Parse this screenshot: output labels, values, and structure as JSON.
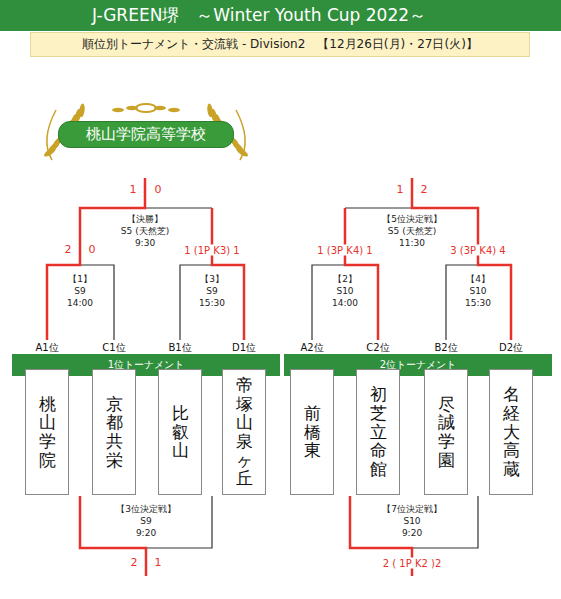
{
  "diagram": {
    "title": "J-GREEN堺　～Winter Youth Cup 2022～",
    "nodes": [
      {
        "text": [
          "J-GREEN堺　～Winter Youth Cup 2022～"
        ]
      },
      {
        "text": [
          "順位別トーナメント・交流戦 - Division2　【12月26日(月)・27日(火)】"
        ]
      },
      {
        "text": [
          "桃山学院高等学校"
        ]
      },
      {
        "text": [
          "1位トーナメント"
        ]
      },
      {
        "text": [
          "2位トーナメント"
        ]
      },
      {
        "text": [
          "桃山学院"
        ]
      },
      {
        "text": [
          "京都共栄"
        ]
      },
      {
        "text": [
          "比叡山"
        ]
      },
      {
        "text": [
          "帝塚山泉ヶ丘"
        ]
      },
      {
        "text": [
          "前橋東"
        ]
      },
      {
        "text": [
          "初芝立命館"
        ]
      },
      {
        "text": [
          "尽誠学園"
        ]
      },
      {
        "text": [
          "名経大高蔵"
        ]
      }
    ],
    "labels": [
      "A1位",
      "C1位",
      "B1位",
      "D1位",
      "A2位",
      "C2位",
      "B2位",
      "D2位",
      "【決勝】",
      "S5 (天然芝)",
      "9:30",
      "【1】",
      "S9",
      "14:00",
      "【3】",
      "S9",
      "15:30",
      "【5位決定戦】",
      "S5 (天然芝)",
      "11:30",
      "【2】",
      "S10",
      "14:00",
      "【4】",
      "S10",
      "15:30",
      "【3位決定戦】",
      "S9",
      "9:20",
      "【7位決定戦】",
      "S10",
      "9:20",
      "1",
      "0",
      "2",
      "0",
      "1 (1P K3) 1",
      "1",
      "2",
      "1 (3P K4) 1",
      "3 (3P K4) 4",
      "2",
      "1",
      "2 ( 1P K2 )2"
    ]
  }
}
